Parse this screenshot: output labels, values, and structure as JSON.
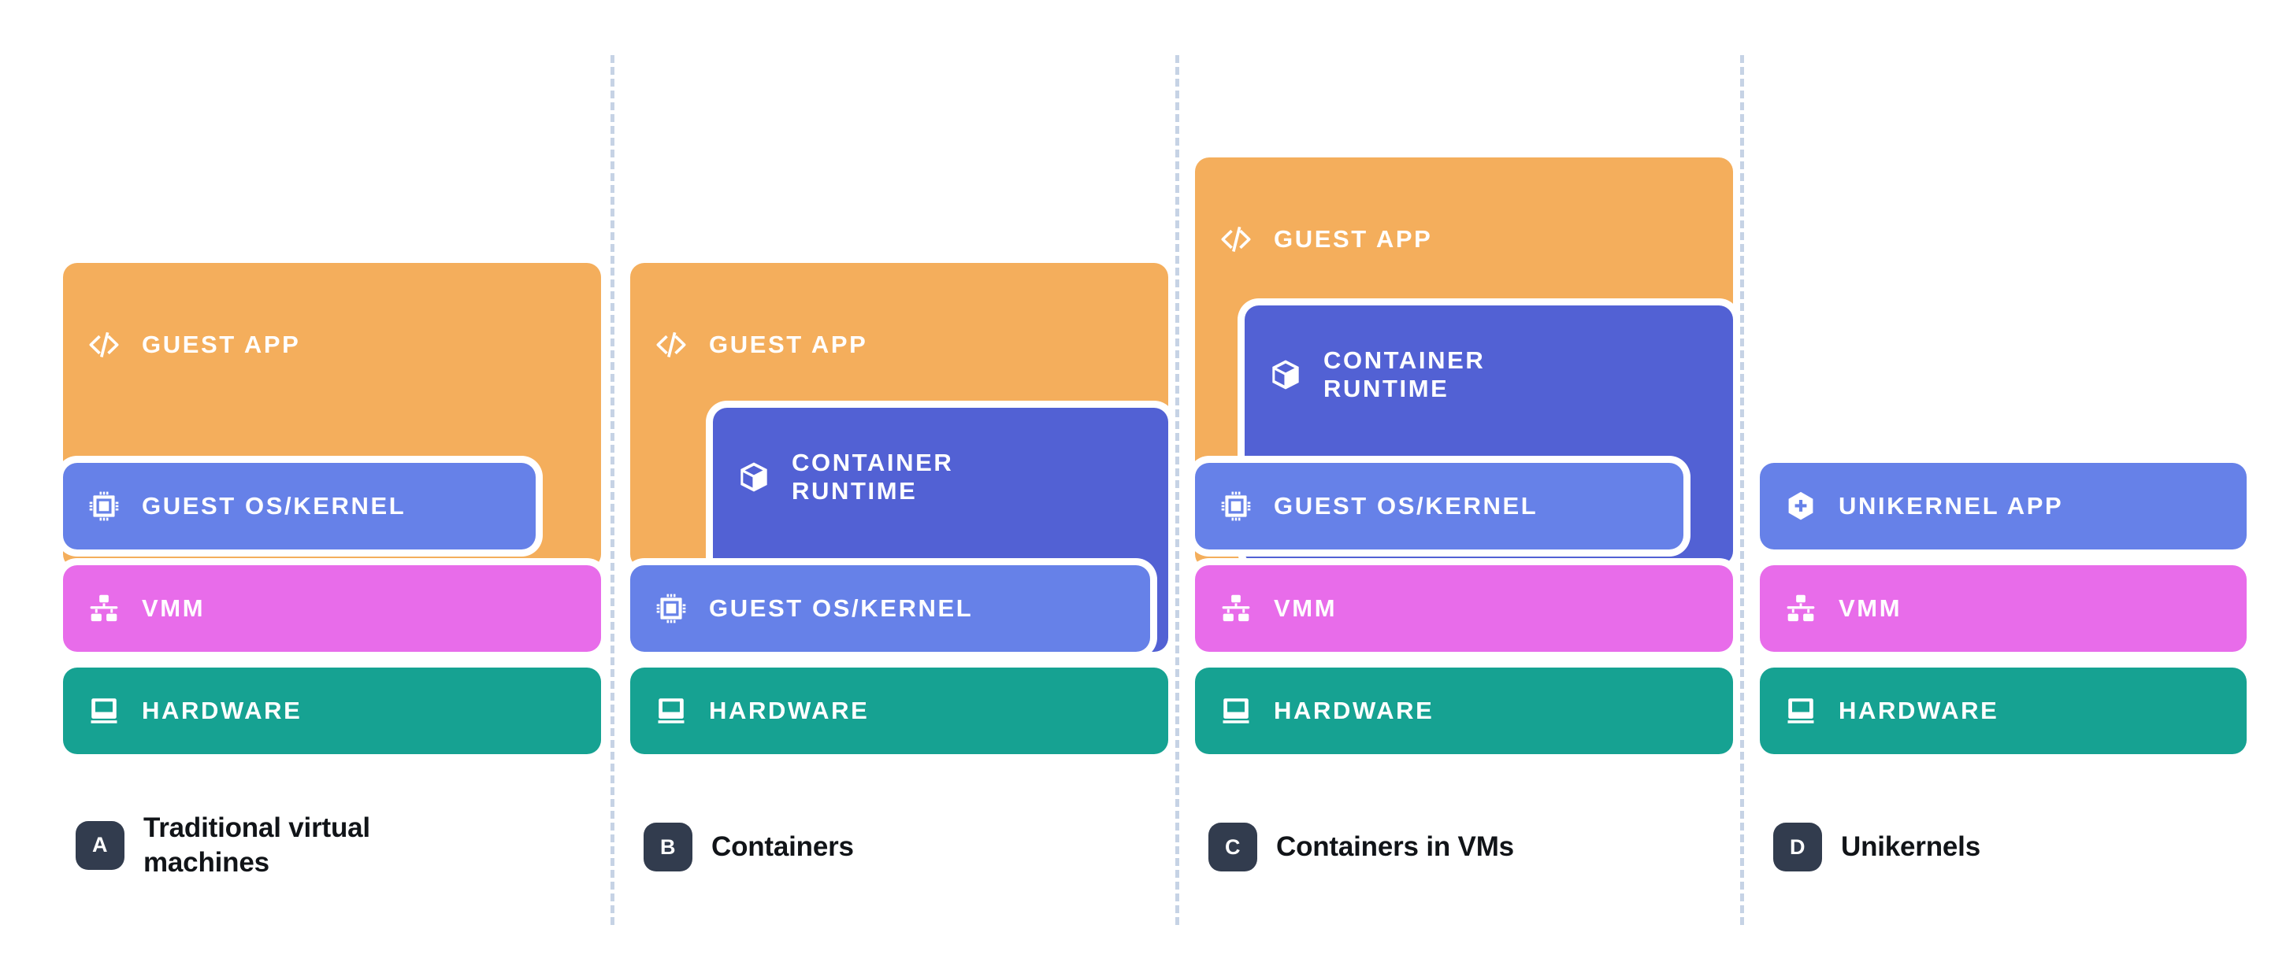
{
  "figure": {
    "kind": "virtualization-stack-comparison",
    "background": "#ffffff"
  },
  "colors": {
    "guest_app": "#F4AE5C",
    "guest_os_kernel": "#6681E8",
    "container_runtime": "#5261D4",
    "unikernel_app": "#6681E8",
    "vmm": "#E86CEA",
    "hardware": "#16A292",
    "badge": "#323C4E",
    "caption_text": "#111418",
    "divider": "#C6D3E5",
    "halo": "#ffffff"
  },
  "labels": {
    "guest_app": "Guest App",
    "guest_os_kernel": "Guest OS/Kernel",
    "container_runtime": "Container\nRuntime",
    "unikernel_app": "Unikernel App",
    "vmm": "VMM",
    "hardware": "Hardware"
  },
  "icons": {
    "guest_app": "code-brackets-icon",
    "guest_os_kernel": "cpu-chip-icon",
    "container_runtime": "cube-box-icon",
    "unikernel_app": "hexagon-plus-icon",
    "vmm": "hierarchy-nodes-icon",
    "hardware": "desktop-computer-icon"
  },
  "panels": [
    {
      "id": "a",
      "badge": "A",
      "caption": "Traditional virtual\nmachines",
      "layers": [
        "Guest App",
        "Guest OS/Kernel",
        "VMM",
        "Hardware"
      ]
    },
    {
      "id": "b",
      "badge": "B",
      "caption": "Containers",
      "layers": [
        "Guest App",
        "Container Runtime",
        "Guest OS/Kernel",
        "Hardware"
      ]
    },
    {
      "id": "c",
      "badge": "C",
      "caption": "Containers in VMs",
      "layers": [
        "Guest App",
        "Container Runtime",
        "Guest OS/Kernel",
        "VMM",
        "Hardware"
      ]
    },
    {
      "id": "d",
      "badge": "D",
      "caption": "Unikernels",
      "layers": [
        "Unikernel App",
        "VMM",
        "Hardware"
      ]
    }
  ]
}
